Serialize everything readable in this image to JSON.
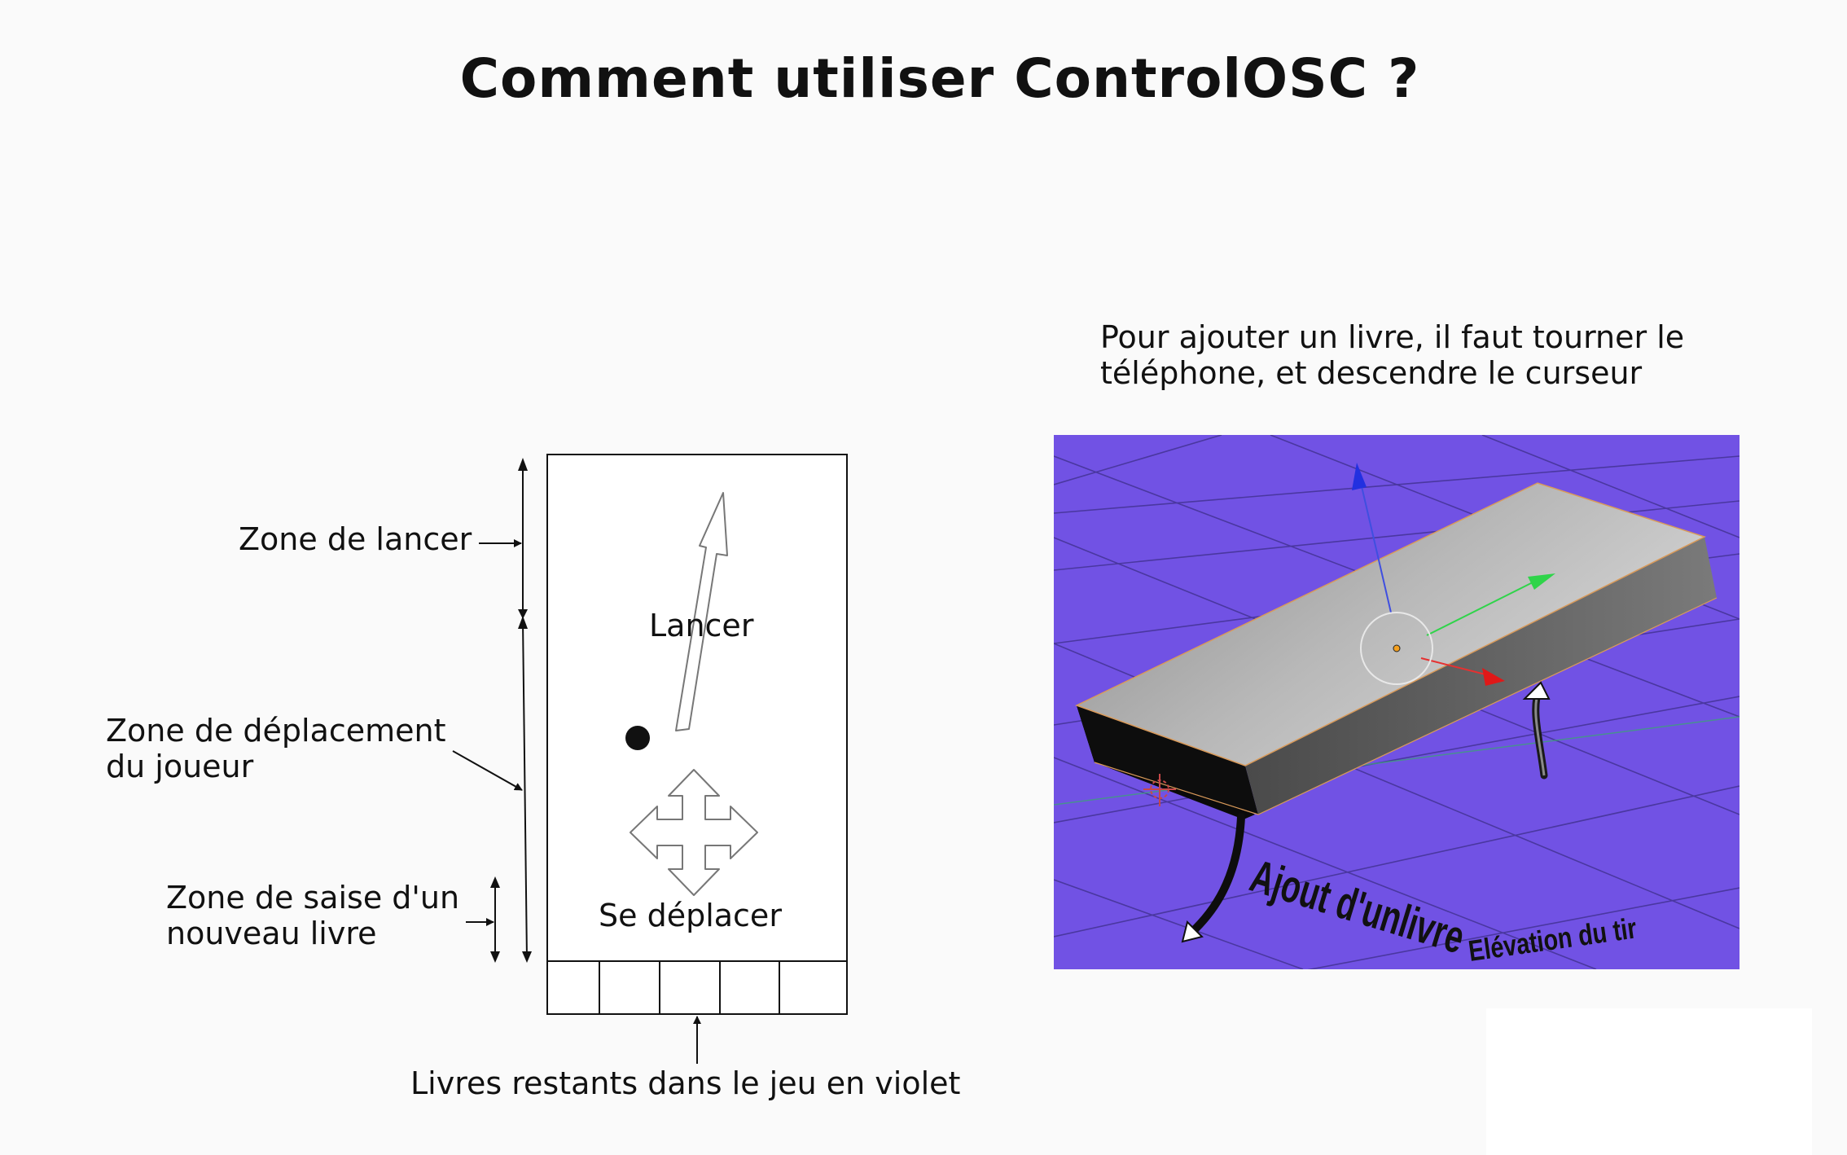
{
  "title": "Comment utiliser ControlOSC ?",
  "labels": {
    "zone_lancer": "Zone de lancer",
    "zone_deplacement_line1": "Zone de déplacement",
    "zone_deplacement_line2": "du joueur",
    "zone_saisie_line1": "Zone de saise d'un",
    "zone_saisie_line2": "nouveau livre",
    "livres_restants": "Livres restants dans le jeu en violet"
  },
  "phone": {
    "lancer": "Lancer",
    "se_deplacer": "Se déplacer",
    "book_slots": 5
  },
  "instruction": {
    "line1": "Pour ajouter un livre, il faut tourner le",
    "line2": "téléphone, et descendre le curseur"
  },
  "scene": {
    "background_color": "#7152e4",
    "elevation_label": "Elévation du tir",
    "ajout_label": "Ajout d'unlivre"
  }
}
